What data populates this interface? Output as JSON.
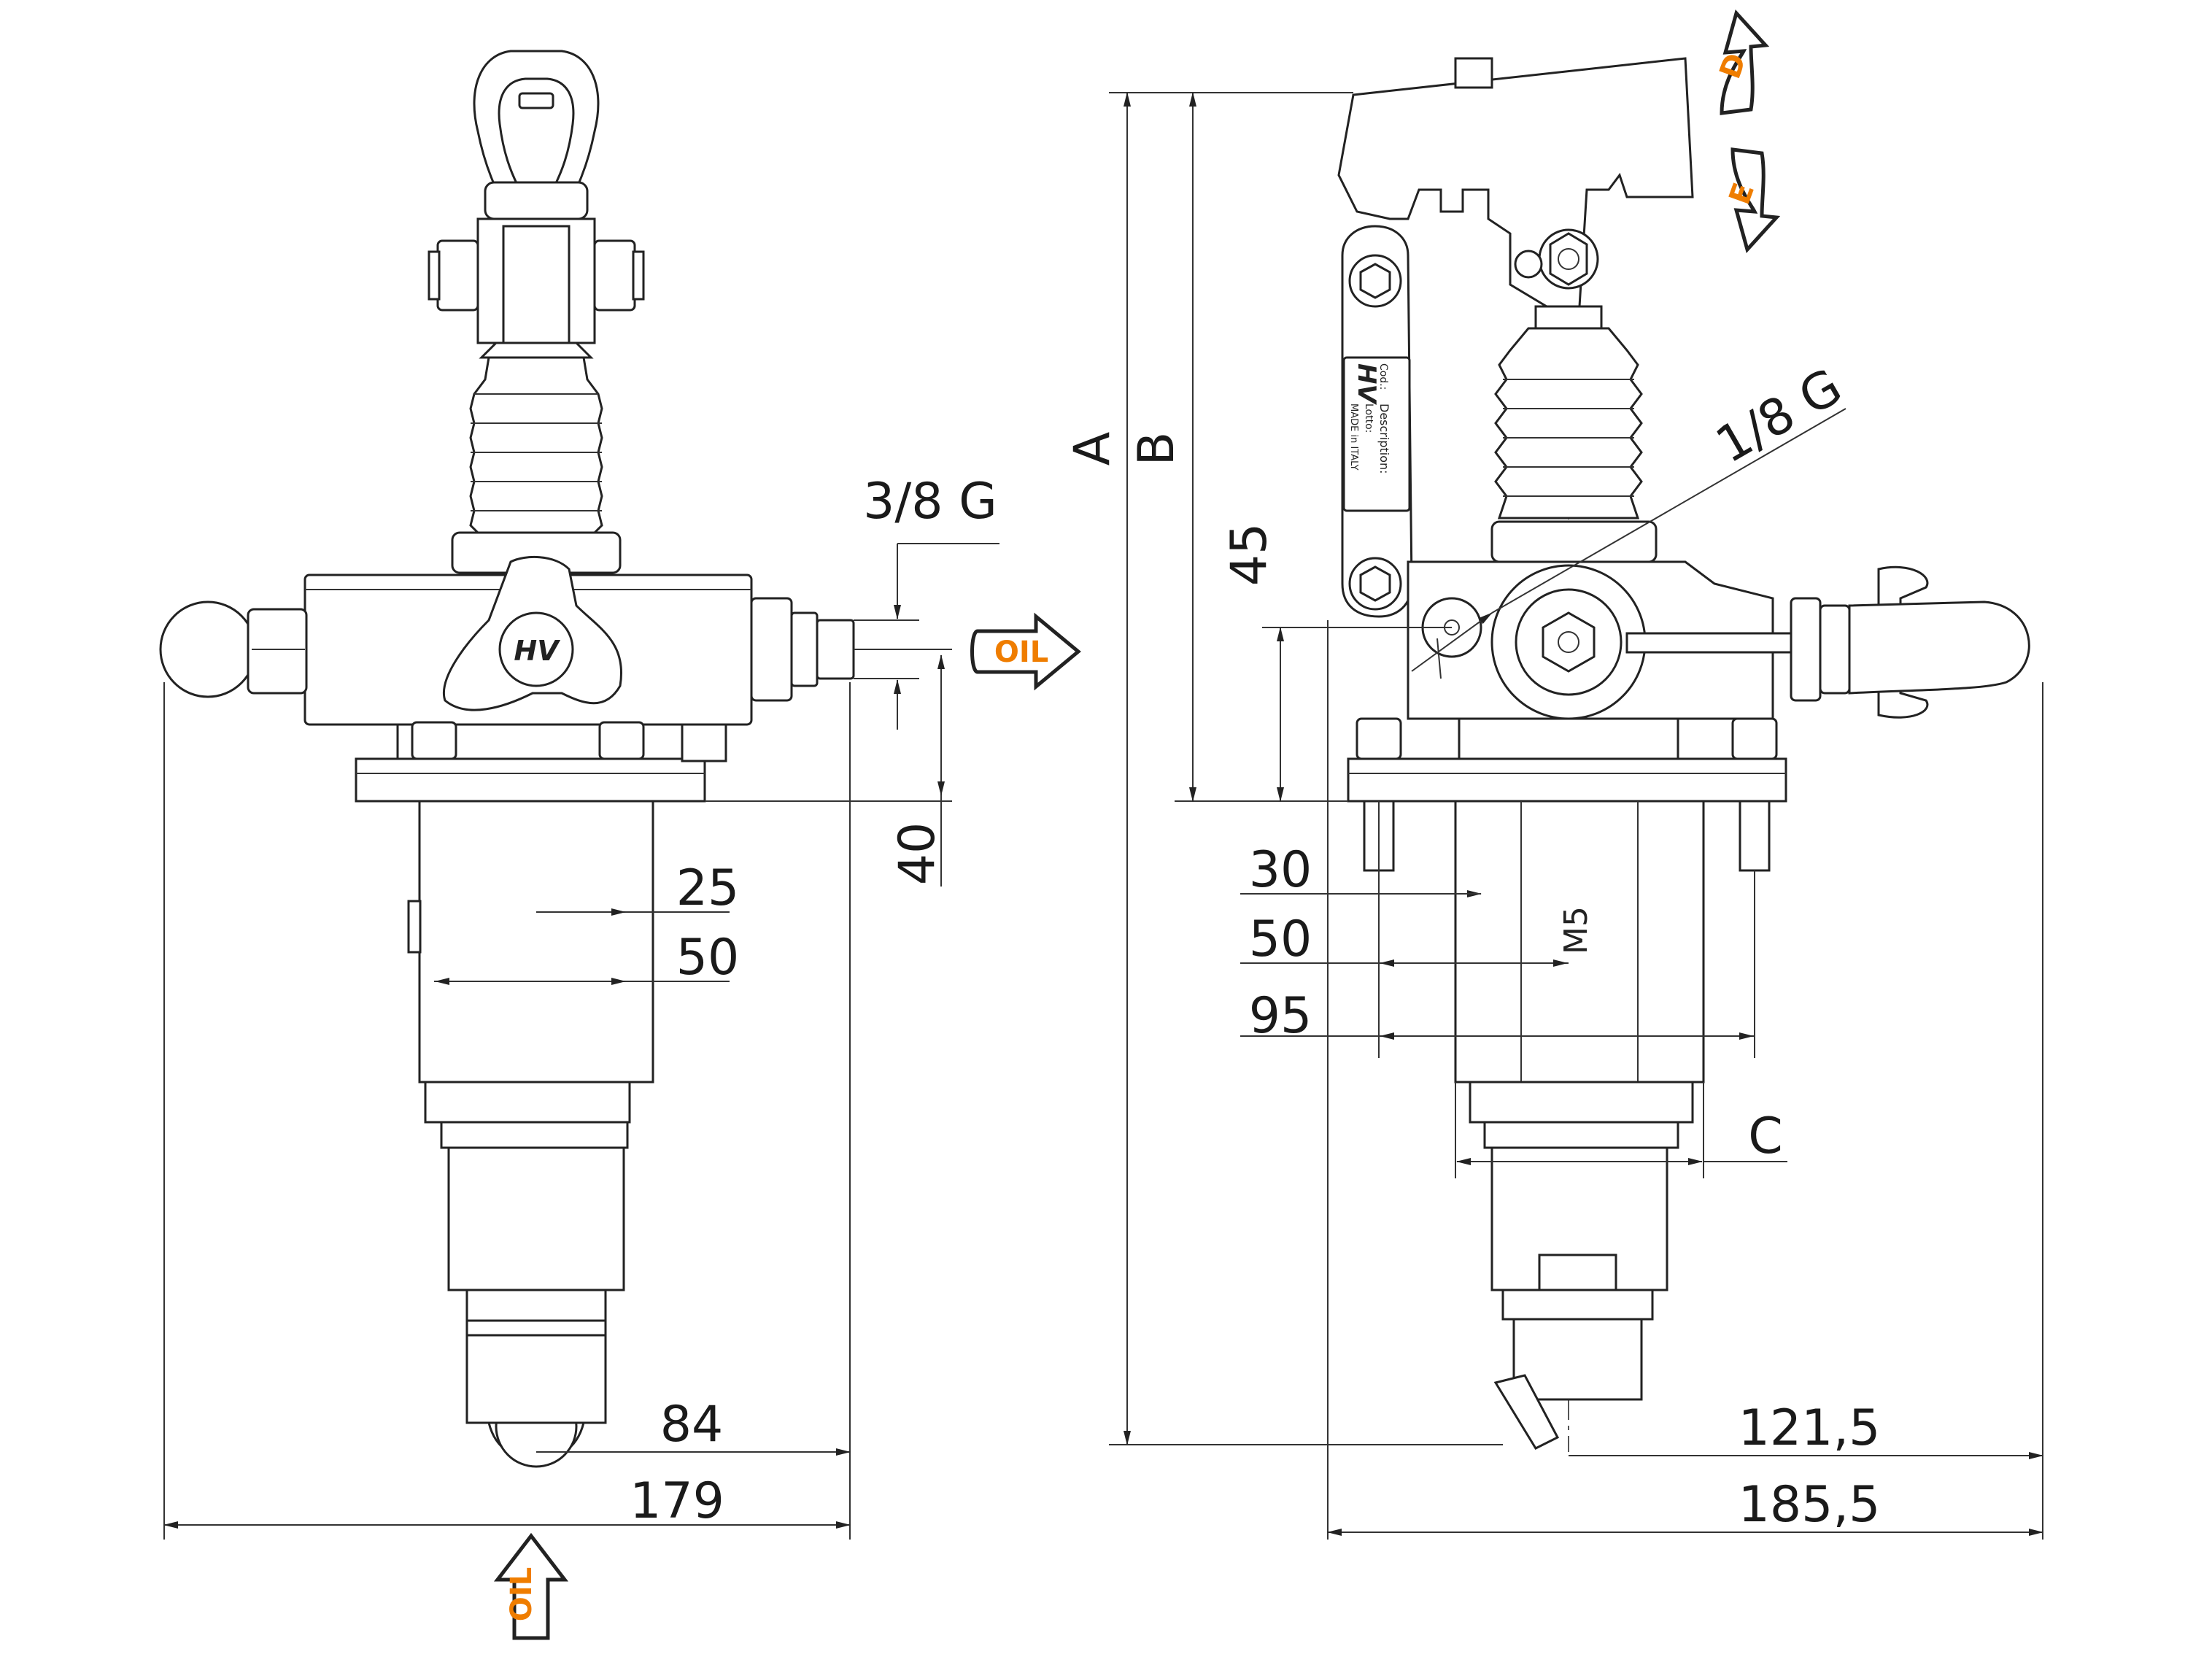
{
  "colors": {
    "line": "#222222",
    "accent": "#ef7d00"
  },
  "left_view": {
    "port_label": "3/8 G",
    "oil_label_right": "OIL",
    "oil_label_bottom": "OIL",
    "logo_text": "HV",
    "dims": {
      "d40": "40",
      "d25": "25",
      "d50": "50",
      "d84": "84",
      "d179": "179"
    }
  },
  "right_view": {
    "port_label": "1/8 G",
    "dims": {
      "A": "A",
      "B": "B",
      "d45": "45",
      "d30": "30",
      "d50": "50",
      "d95": "95",
      "C": "C",
      "d121_5": "121,5",
      "d185_5": "185,5"
    },
    "thread_label": "M5",
    "arrow_d": "D",
    "arrow_e": "E",
    "plate": {
      "logo": "HV",
      "description": "Description:",
      "code": "Cod.:",
      "letter": "Lotto:",
      "made_in": "MADE in ITALY"
    }
  }
}
